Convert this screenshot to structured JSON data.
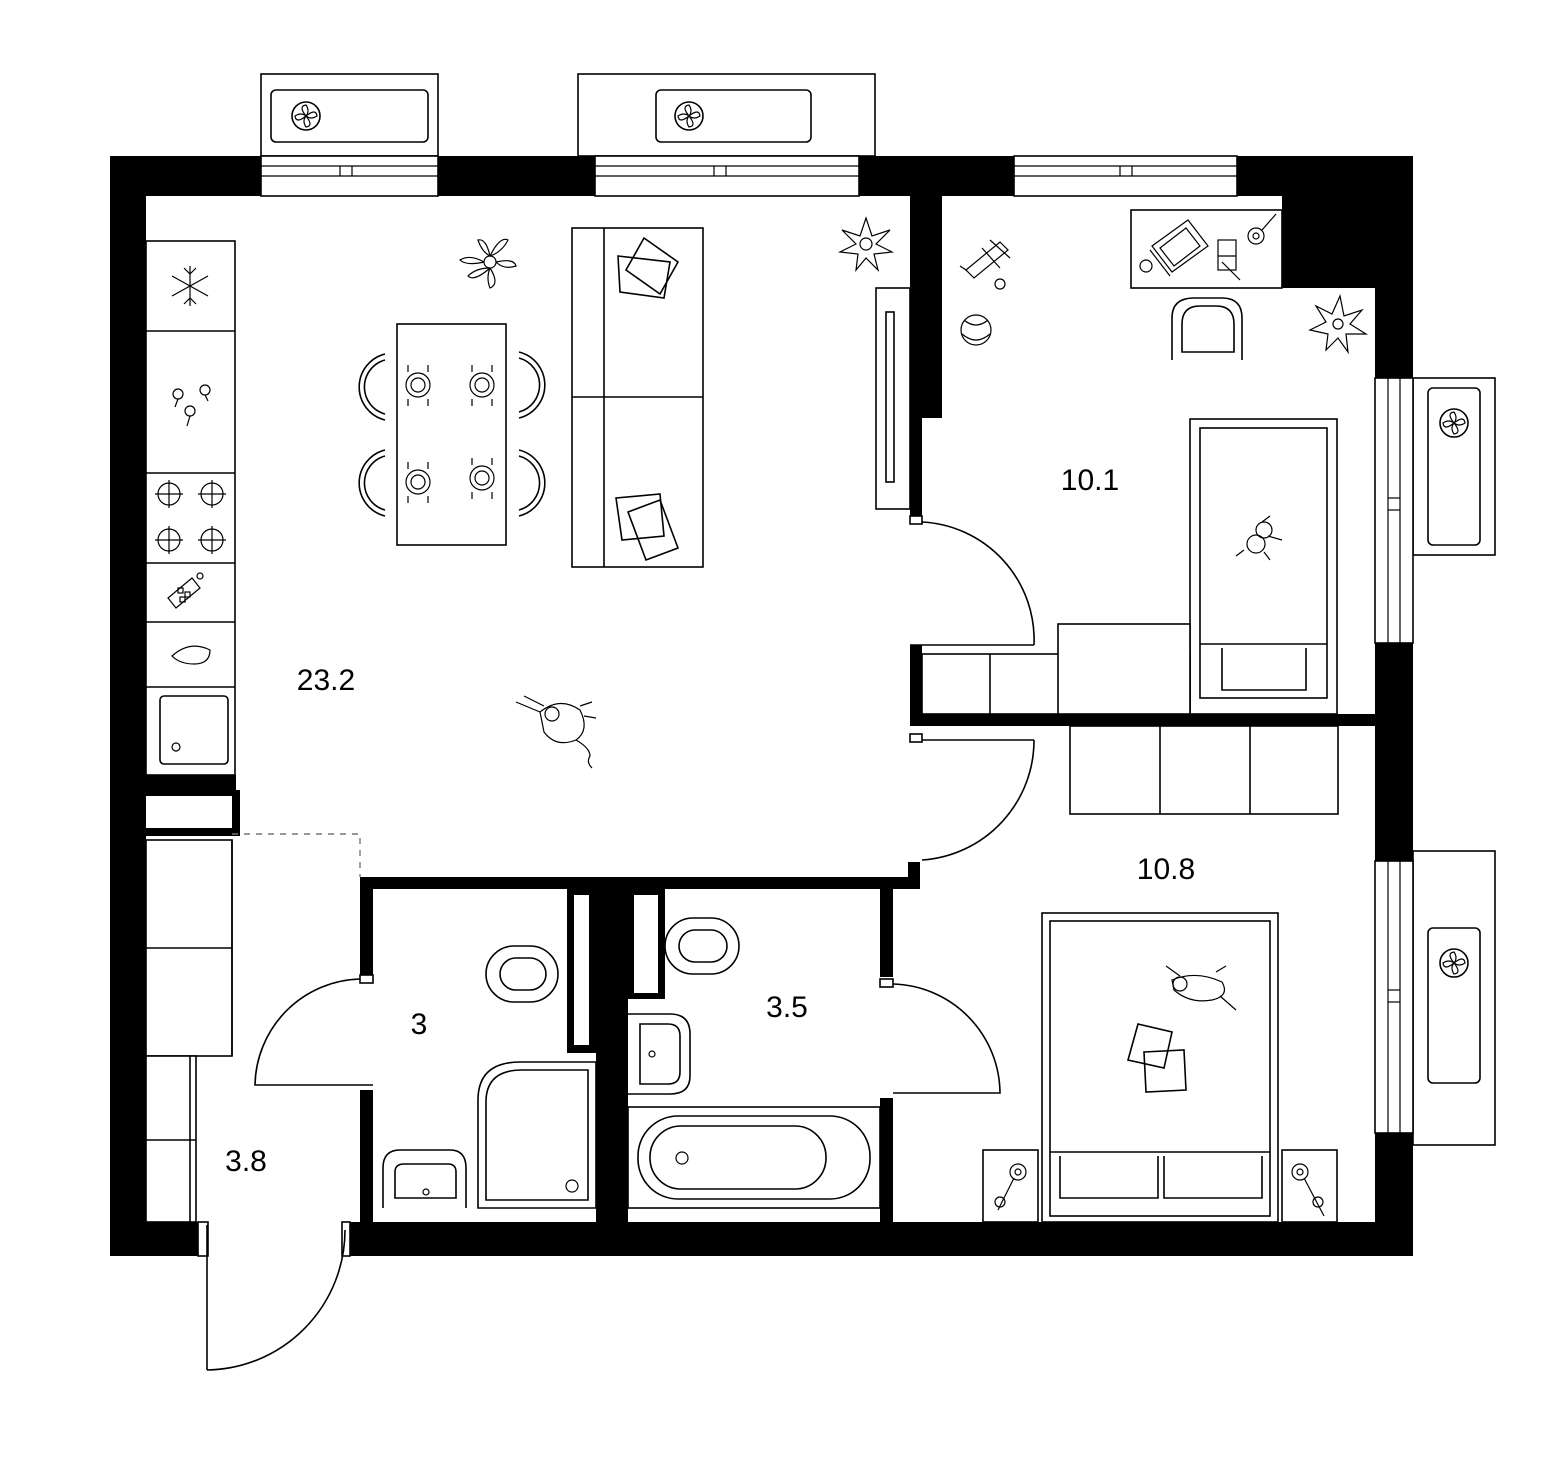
{
  "rooms": [
    {
      "id": "living-kitchen",
      "area": "23.2"
    },
    {
      "id": "child-room",
      "area": "10.1"
    },
    {
      "id": "bedroom",
      "area": "10.8"
    },
    {
      "id": "hallway",
      "area": "3.8"
    },
    {
      "id": "toilet",
      "area": "3"
    },
    {
      "id": "bathroom",
      "area": "3.5"
    }
  ],
  "colors": {
    "wall": "#000000",
    "background": "#ffffff",
    "line": "#000000"
  }
}
